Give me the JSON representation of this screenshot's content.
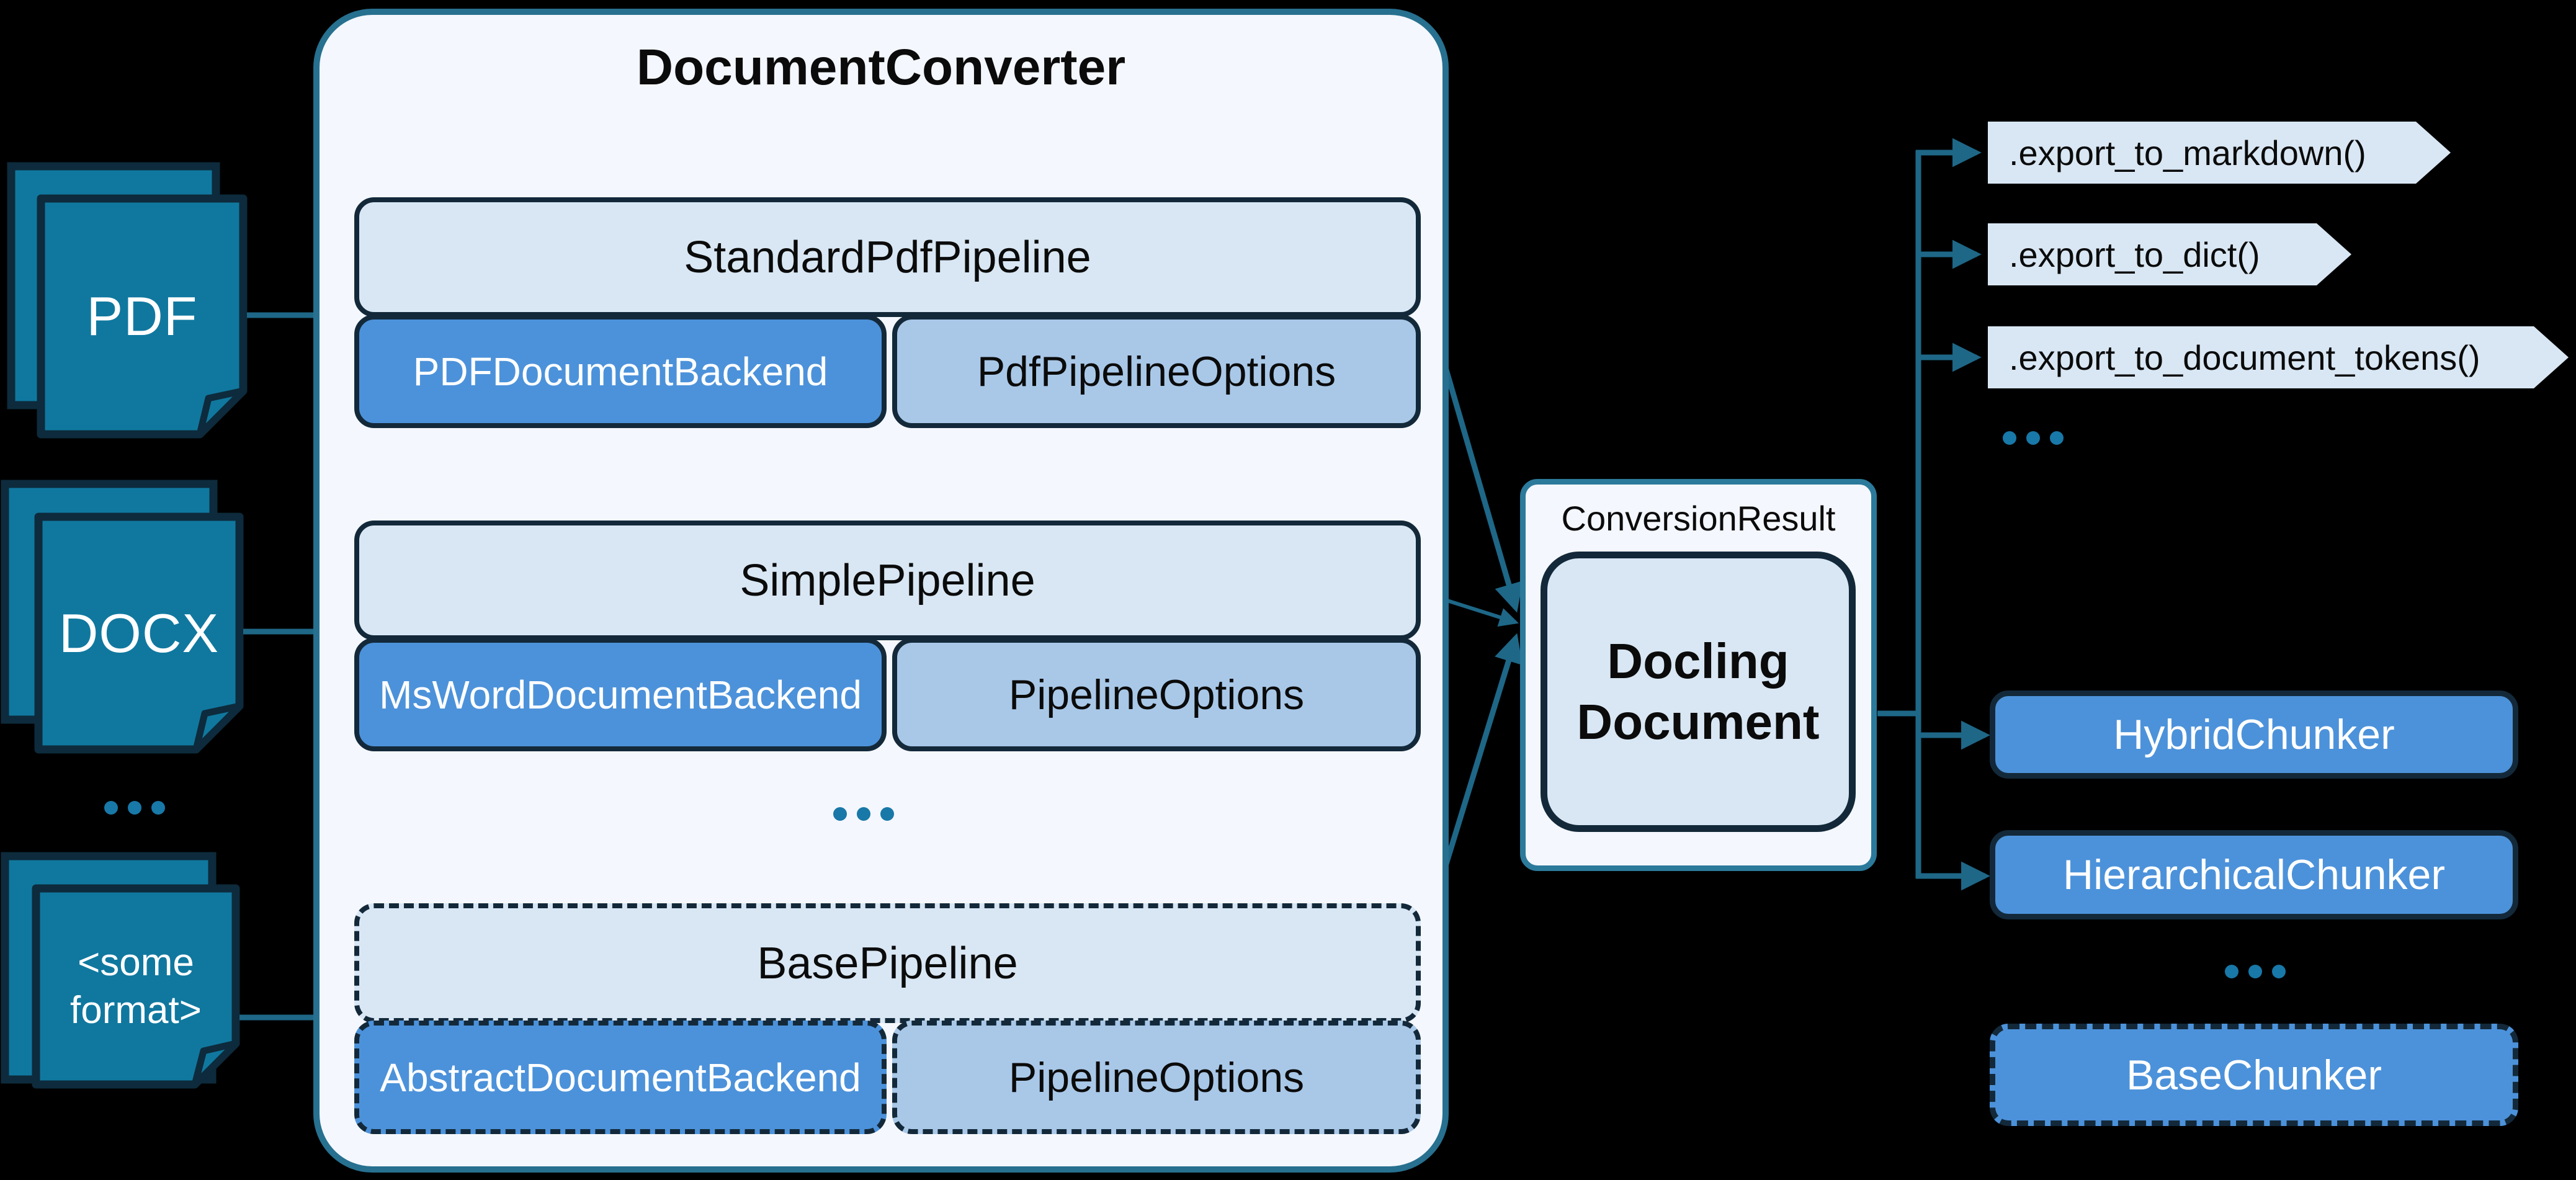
{
  "colors": {
    "background": "#000000",
    "accent_teal": "#1E6787",
    "document_fill": "#10789F",
    "dark_border": "#0D2B3C",
    "panel_fill": "#F4F7FD",
    "panel_border": "#27708F",
    "pipeline_fill": "#D9E7F4",
    "backend_fill": "#4C92DA",
    "options_fill": "#A9C8E8",
    "dots": "#1878A8"
  },
  "inputs": {
    "stacks": [
      {
        "label": "PDF"
      },
      {
        "label": "DOCX"
      },
      {
        "label_line1": "<some",
        "label_line2": "format>"
      }
    ],
    "ellipsis": "..."
  },
  "converter": {
    "title": "DocumentConverter",
    "groups": [
      {
        "pipeline": "StandardPdfPipeline",
        "backend": "PDFDocumentBackend",
        "options": "PdfPipelineOptions"
      },
      {
        "pipeline": "SimplePipeline",
        "backend": "MsWordDocumentBackend",
        "options": "PipelineOptions"
      },
      {
        "pipeline": "BasePipeline",
        "backend": "AbstractDocumentBackend",
        "options": "PipelineOptions"
      }
    ],
    "ellipsis": "..."
  },
  "result": {
    "label": "ConversionResult",
    "document_line1": "Docling",
    "document_line2": "Document"
  },
  "exports": {
    "methods": [
      ".export_to_markdown()",
      ".export_to_dict()",
      ".export_to_document_tokens()"
    ],
    "ellipsis": "..."
  },
  "chunkers": {
    "items": [
      "HybridChunker",
      "HierarchicalChunker"
    ],
    "ellipsis": "...",
    "base": "BaseChunker"
  }
}
